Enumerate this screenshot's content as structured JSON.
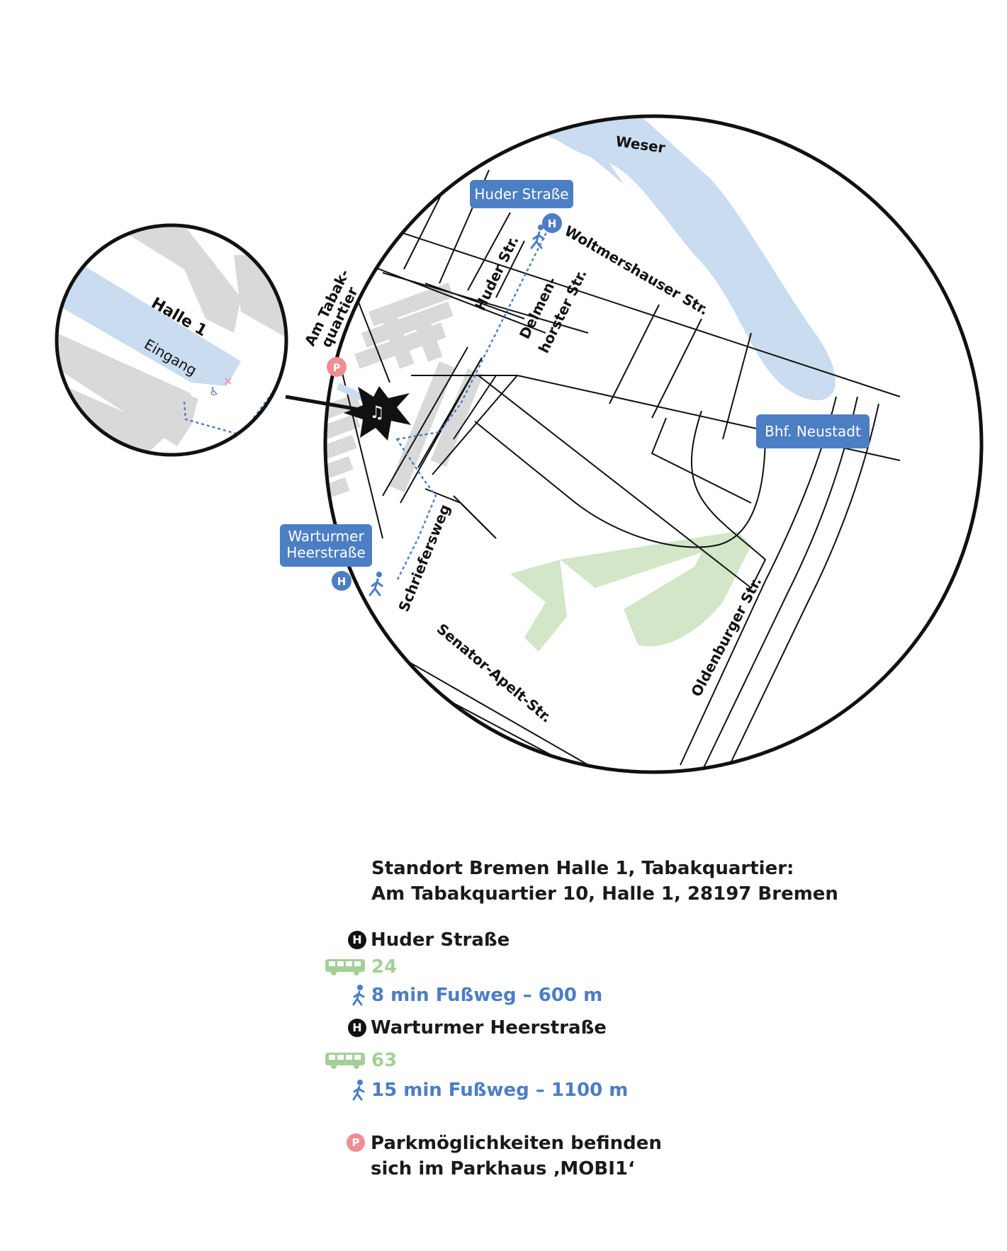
{
  "map": {
    "labels": {
      "weser": "Weser",
      "woltmershauser": "Woltmershauser Str.",
      "huder_str": "Huder Str.",
      "delmen_1": "Delmen-",
      "delmen_2": "horster Str.",
      "am_tabak_1": "Am Tabak-",
      "am_tabak_2": "quartier",
      "schriefersweg": "Schriefersweg",
      "senator": "Senator-Apelt-Str.",
      "oldenburger": "Oldenburger Str."
    },
    "stops": {
      "huder_strasse": "Huder Straße",
      "bhf_neustadt": "Bhf. Neustadt",
      "warturmer_1": "Warturmer",
      "warturmer_2": "Heerstraße"
    },
    "inset": {
      "halle": "Halle 1",
      "eingang": "Eingang"
    },
    "badges": {
      "stop": "H",
      "parking": "P"
    },
    "colors": {
      "water": "#c9dcf0",
      "park": "#d3e6c8",
      "building": "#d9d9d9",
      "accent_blue": "#4c7ec4",
      "parking_pink": "#ef8d92",
      "bus_green": "#a4cf97"
    }
  },
  "legend": {
    "address_line1": "Standort Bremen Halle 1, Tabakquartier:",
    "address_line2": "Am Tabakquartier 10, Halle 1, 28197 Bremen",
    "stop1": {
      "name": "Huder Straße",
      "bus_line": "24",
      "walk": "8 min Fußweg – 600 m"
    },
    "stop2": {
      "name": "Warturmer Heerstraße",
      "bus_line": "63",
      "walk": "15 min Fußweg – 1100 m"
    },
    "parking_line1": "Parkmöglichkeiten befinden",
    "parking_line2": "sich im Parkhaus ‚MOBI1‘",
    "icons": [
      "stop-h-icon",
      "bus-icon",
      "walker-icon",
      "parking-p-icon",
      "music-star-icon"
    ]
  }
}
